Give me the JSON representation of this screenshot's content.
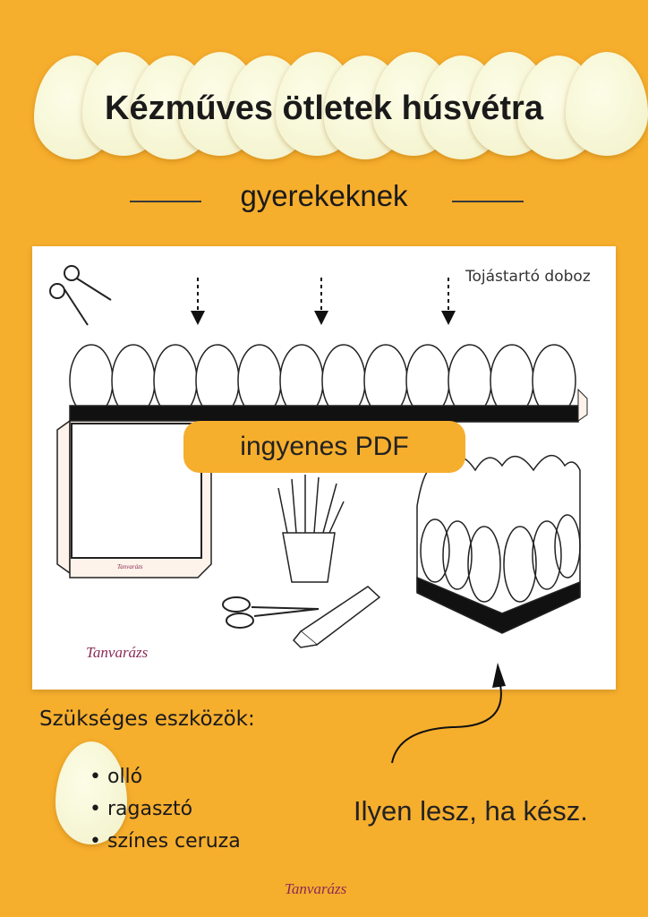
{
  "header": {
    "title": "Kézműves ötletek húsvétra",
    "subtitle": "gyerekeknek"
  },
  "panel": {
    "caption": "Tojástartó doboz",
    "badge": "ingyenes  PDF",
    "logo": "Tanvarázs"
  },
  "tools": {
    "title": "Szükséges eszközök:",
    "items": [
      "olló",
      "ragasztó",
      "színes ceruza"
    ]
  },
  "result_text": "Ilyen lesz, ha kész.",
  "footer": {
    "logo": "Tanvarázs"
  },
  "colors": {
    "background": "#f6ae2d",
    "egg": "#f5f5d2",
    "logo": "#8b2a55"
  }
}
